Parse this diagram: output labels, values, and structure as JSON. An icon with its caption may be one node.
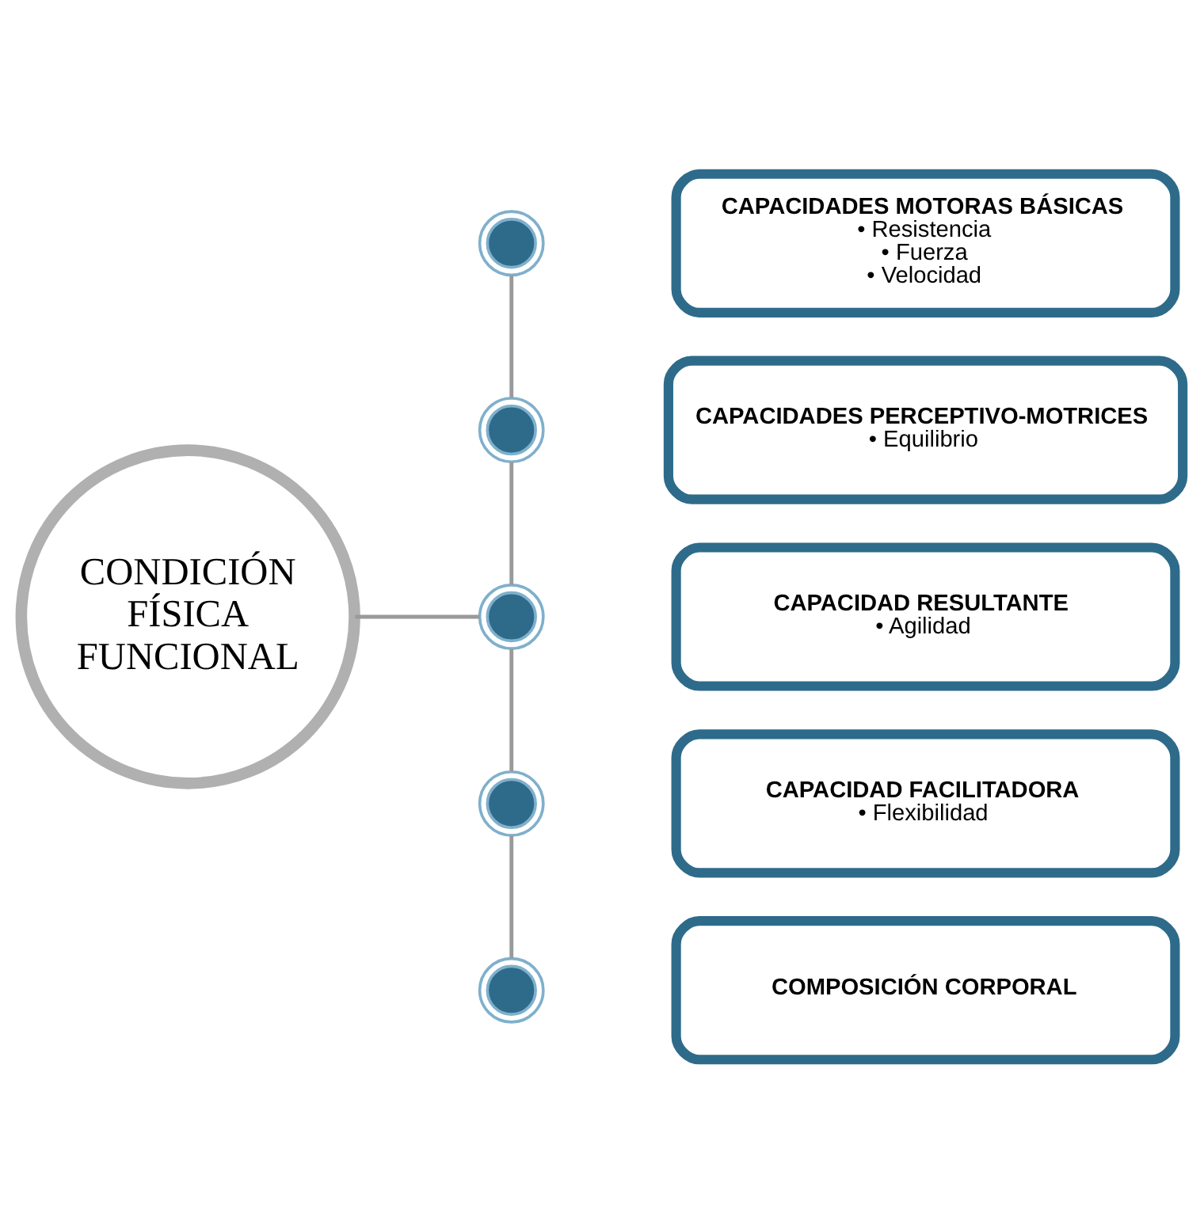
{
  "diagram": {
    "nodes": [
      {
        "text": [
          "CONDICIÓN FÍSICA FUNCIONAL"
        ]
      },
      {
        "text": [],
        "shape": "circle"
      },
      {
        "text": [],
        "shape": "circle"
      },
      {
        "text": [],
        "shape": "circle"
      },
      {
        "text": [],
        "shape": "circle"
      },
      {
        "text": [],
        "shape": "circle"
      },
      {
        "text": [
          "CAPACIDADES MOTORAS BÁSICAS",
          "• Resistencia",
          "• Fuerza",
          "• Velocidad"
        ]
      },
      {
        "text": [
          "CAPACIDADES PERCEPTIVO-MOTRICES",
          "• Equilibrio"
        ]
      },
      {
        "text": [
          "CAPACIDAD RESULTANTE",
          "• Agilidad"
        ]
      },
      {
        "text": [
          "CAPACIDAD FACILITADORA",
          "• Flexibilidad"
        ]
      },
      {
        "text": [
          "COMPOSICIÓN CORPORAL"
        ]
      }
    ],
    "edges": [
      {
        "from": 0,
        "to": 3,
        "arrow": "none"
      },
      {
        "from": 1,
        "to": 2,
        "arrow": "none"
      },
      {
        "from": 2,
        "to": 3,
        "arrow": "none"
      },
      {
        "from": 3,
        "to": 4,
        "arrow": "none"
      },
      {
        "from": 4,
        "to": 5,
        "arrow": "none"
      }
    ]
  }
}
